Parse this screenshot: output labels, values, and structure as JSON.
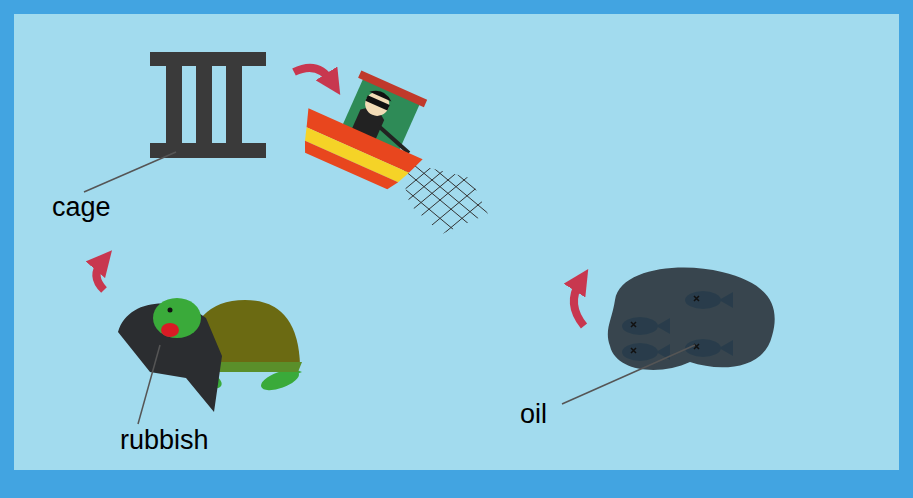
{
  "diagram": {
    "labels": [
      "cage",
      "rubbish",
      "oil"
    ]
  }
}
